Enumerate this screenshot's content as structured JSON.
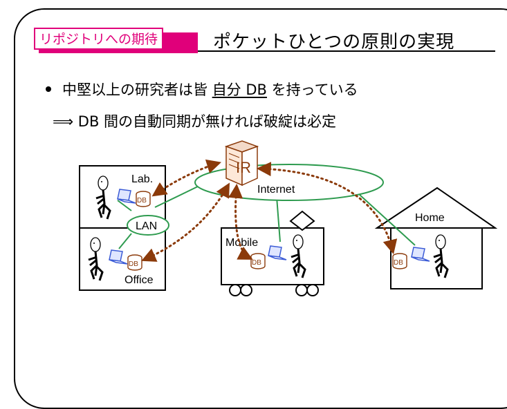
{
  "slide": {
    "tag": "リポジトリへの期待",
    "title": "ポケットひとつの原則の実現",
    "bullet": {
      "before": "中堅以上の研究者は皆 ",
      "underlined": "自分 DB",
      "after": " を持っている"
    },
    "implication": {
      "arrow": "⟹",
      "text": "DB 間の自動同期が無ければ破綻は必定"
    }
  },
  "diagram": {
    "server_label": "IR",
    "internet_label": "Internet",
    "lan_label": "LAN",
    "lab_label": "Lab.",
    "office_label": "Office",
    "mobile_label": "Mobile",
    "home_label": "Home",
    "db_label": "DB"
  },
  "colors": {
    "accent": "#e0007a",
    "sync": "#8b3a0a",
    "network": "#2e9b4f",
    "laptop": "#3b5bd6"
  }
}
